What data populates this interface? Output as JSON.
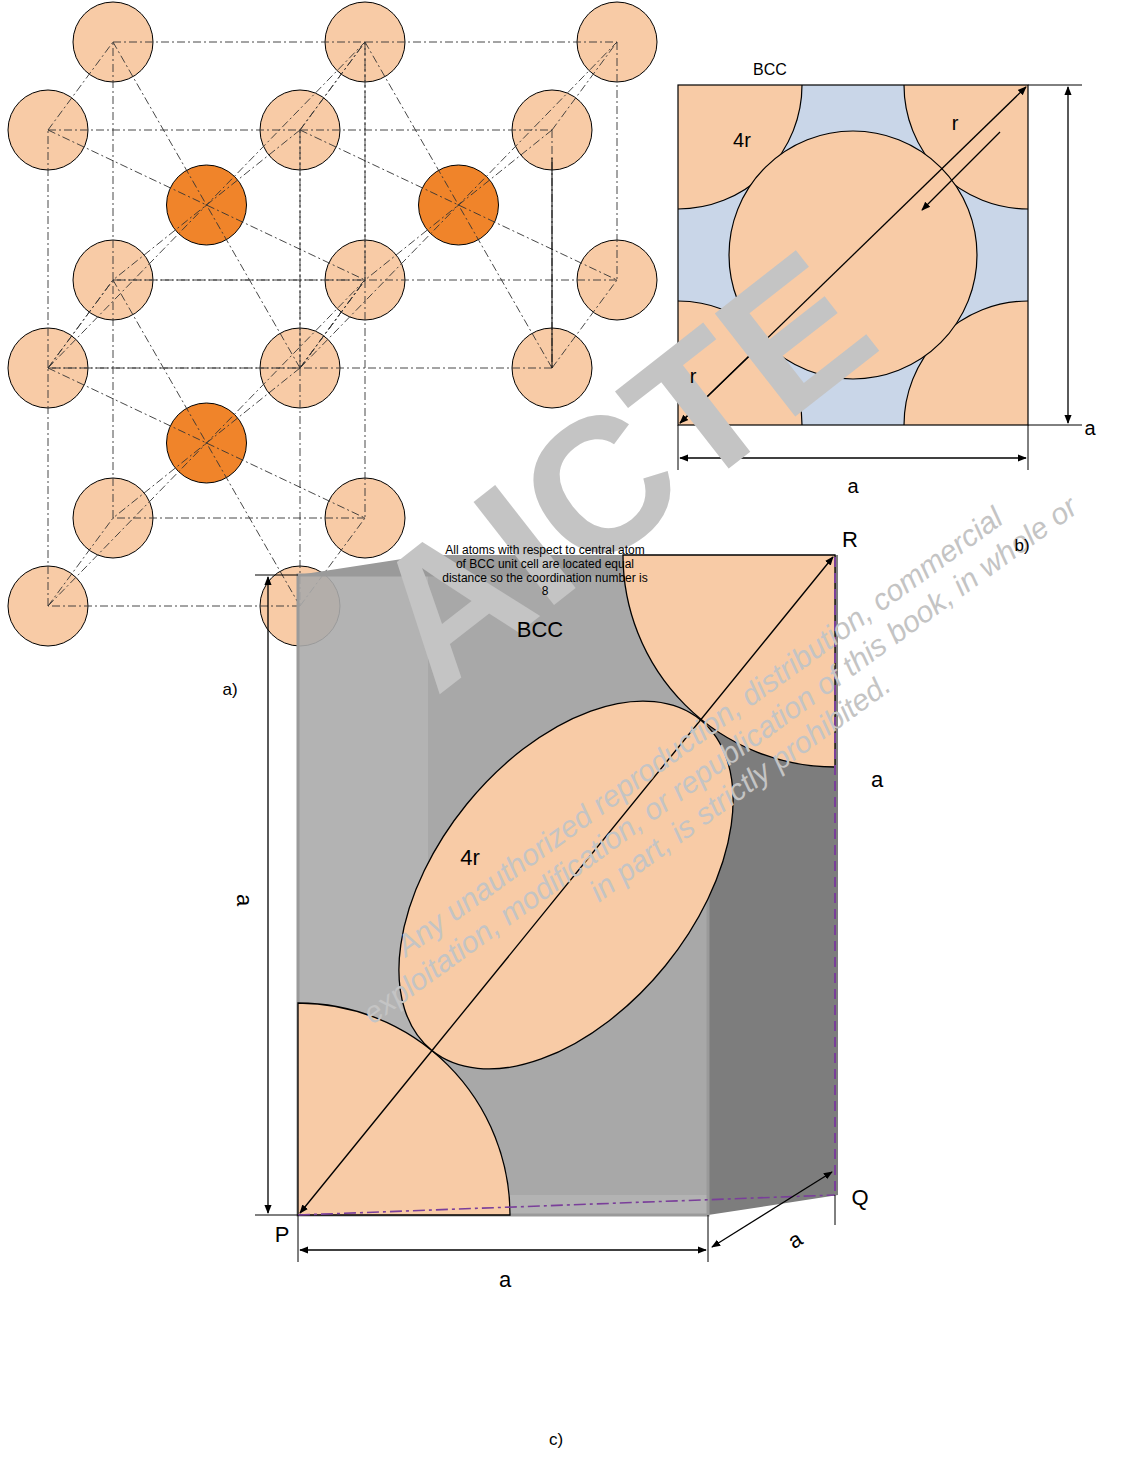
{
  "diagram": {
    "labels": [
      "All atoms with respect to central atom of BCC unit cell are located equal distance so the coordination number is 8",
      "a)",
      "BCC",
      "r",
      "4r",
      "a",
      "r",
      "a",
      "b)",
      "R",
      "BCC",
      "a",
      "4r",
      "a",
      "Q",
      "a",
      "P",
      "a",
      "c)",
      "AICTE",
      "Any unauthorized reproduction, distribution, commercial exploitation, modification, or republication of this book, in whole or in part, is strictly prohibited."
    ]
  }
}
